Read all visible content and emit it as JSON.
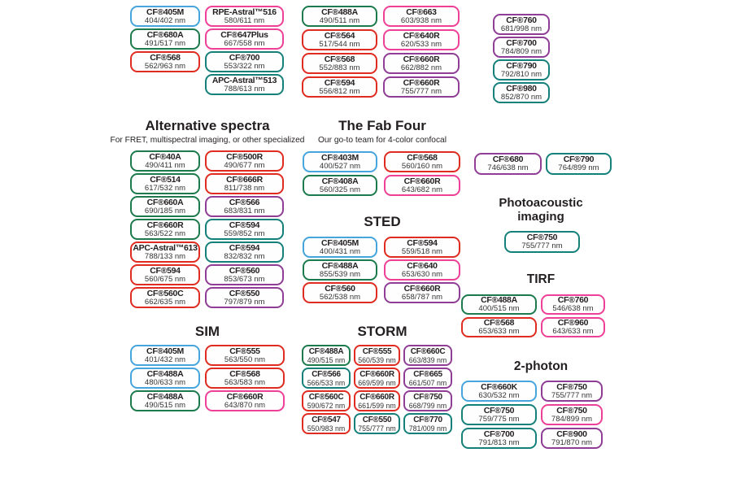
{
  "palette": {
    "blue": "#45a5dc",
    "green": "#1c7a4c",
    "teal": "#15807a",
    "red": "#e02b20",
    "pink": "#ee4097",
    "purple": "#8f3d95"
  },
  "sections": {
    "alternative": {
      "title": "Alternative spectra",
      "subtitle": "For FRET, multispectral imaging, or other specialized"
    },
    "fab_four": {
      "title": "The Fab Four",
      "subtitle": "Our go-to team for 4-color confocal"
    },
    "sted": {
      "title": "STED"
    },
    "sim": {
      "title": "SIM"
    },
    "storm": {
      "title": "STORM"
    },
    "photoacoustic": {
      "title": "Photoacoustic imaging"
    },
    "tirf": {
      "title": "TIRF"
    },
    "two_photon": {
      "title": "2-photon"
    }
  },
  "groups": {
    "top_left_a": {
      "boxes": [
        {
          "name": "CF®405M",
          "value": "404/402 nm",
          "color": "blue"
        },
        {
          "name": "CF®680A",
          "value": "491/517 nm",
          "color": "green"
        },
        {
          "name": "CF®568",
          "value": "562/963 nm",
          "color": "red"
        }
      ]
    },
    "top_left_b": {
      "boxes": [
        {
          "name": "RPE-Astral™516",
          "value": "580/611 nm",
          "color": "pink"
        },
        {
          "name": "CF®647Plus",
          "value": "667/558 nm",
          "color": "pink"
        },
        {
          "name": "CF®700",
          "value": "553/322 nm",
          "color": "teal"
        },
        {
          "name": "APC-Astral™513",
          "value": "788/613 nm",
          "color": "teal"
        }
      ]
    },
    "top_mid_a": {
      "boxes": [
        {
          "name": "CF®488A",
          "value": "490/511 nm",
          "color": "green"
        },
        {
          "name": "CF®564",
          "value": "517/544 nm",
          "color": "red"
        },
        {
          "name": "CF®568",
          "value": "552/883 nm",
          "color": "red"
        },
        {
          "name": "CF®594",
          "value": "556/812 nm",
          "color": "red"
        }
      ]
    },
    "top_mid_b": {
      "boxes": [
        {
          "name": "CF®663",
          "value": "603/938 nm",
          "color": "pink"
        },
        {
          "name": "CF®640R",
          "value": "620/533 nm",
          "color": "pink"
        },
        {
          "name": "CF®660R",
          "value": "662/882 nm",
          "color": "purple"
        },
        {
          "name": "CF®660R",
          "value": "755/777 nm",
          "color": "purple"
        }
      ]
    },
    "top_right": {
      "boxes": [
        {
          "name": "CF®760",
          "value": "681/998 nm",
          "color": "purple"
        },
        {
          "name": "CF®700",
          "value": "784/809 nm",
          "color": "purple"
        },
        {
          "name": "CF®790",
          "value": "792/810 nm",
          "color": "teal"
        },
        {
          "name": "CF®980",
          "value": "852/870 nm",
          "color": "teal"
        }
      ]
    },
    "alt_a": {
      "boxes": [
        {
          "name": "CF®40A",
          "value": "490/411 nm",
          "color": "green"
        },
        {
          "name": "CF®514",
          "value": "617/532 nm",
          "color": "green"
        },
        {
          "name": "CF®660A",
          "value": "690/185 nm",
          "color": "green"
        },
        {
          "name": "CF®660R",
          "value": "563/522 nm",
          "color": "green"
        },
        {
          "name": "APC-Astral™613",
          "value": "788/133 nm",
          "color": "red"
        },
        {
          "name": "CF®594",
          "value": "560/675 nm",
          "color": "red"
        },
        {
          "name": "CF®560C",
          "value": "662/635 nm",
          "color": "red"
        }
      ]
    },
    "alt_b": {
      "boxes": [
        {
          "name": "CF®500R",
          "value": "490/677 nm",
          "color": "red"
        },
        {
          "name": "CF®666R",
          "value": "811/738 nm",
          "color": "red"
        },
        {
          "name": "CF®566",
          "value": "683/831 nm",
          "color": "purple"
        },
        {
          "name": "CF®594",
          "value": "559/852 nm",
          "color": "teal"
        },
        {
          "name": "CF®594",
          "value": "832/832 nm",
          "color": "teal"
        },
        {
          "name": "CF®560",
          "value": "853/673 nm",
          "color": "purple"
        },
        {
          "name": "CF®550",
          "value": "797/879 nm",
          "color": "purple"
        }
      ]
    },
    "fab_four": {
      "boxes": [
        {
          "name": "CF®403M",
          "value": "400/527 nm",
          "color": "blue"
        },
        {
          "name": "CF®568",
          "value": "560/160 nm",
          "color": "red"
        },
        {
          "name": "CF®408A",
          "value": "560/325 nm",
          "color": "green"
        },
        {
          "name": "CF®660R",
          "value": "643/682 nm",
          "color": "pink"
        }
      ]
    },
    "sted": {
      "boxes": [
        {
          "name": "CF®405M",
          "value": "400/431 nm",
          "color": "blue"
        },
        {
          "name": "CF®594",
          "value": "559/518 nm",
          "color": "red"
        },
        {
          "name": "CF®488A",
          "value": "855/539 nm",
          "color": "green"
        },
        {
          "name": "CF®640",
          "value": "653/630 nm",
          "color": "pink"
        },
        {
          "name": "CF®560",
          "value": "562/538 nm",
          "color": "red"
        },
        {
          "name": "CF®660R",
          "value": "658/787 nm",
          "color": "purple"
        }
      ]
    },
    "sim": {
      "boxes": [
        {
          "name": "CF®405M",
          "value": "401/432 nm",
          "color": "blue"
        },
        {
          "name": "CF®555",
          "value": "563/550 nm",
          "color": "red"
        },
        {
          "name": "CF®488A",
          "value": "480/633 nm",
          "color": "blue"
        },
        {
          "name": "CF®568",
          "value": "563/583 nm",
          "color": "red"
        },
        {
          "name": "CF®488A",
          "value": "490/515 nm",
          "color": "green"
        },
        {
          "name": "CF®660R",
          "value": "643/870 nm",
          "color": "pink"
        }
      ]
    },
    "storm": {
      "boxes": [
        {
          "name": "CF®488A",
          "value": "490/515 nm",
          "color": "green"
        },
        {
          "name": "CF®555",
          "value": "560/539 nm",
          "color": "red"
        },
        {
          "name": "CF®660C",
          "value": "663/839 nm",
          "color": "purple"
        },
        {
          "name": "CF®566",
          "value": "566/533 nm",
          "color": "teal"
        },
        {
          "name": "CF®660R",
          "value": "669/599 nm",
          "color": "red"
        },
        {
          "name": "CF®665",
          "value": "661/507 nm",
          "color": "purple"
        },
        {
          "name": "CF®560C",
          "value": "590/672 nm",
          "color": "red"
        },
        {
          "name": "CF®660R",
          "value": "661/599 nm",
          "color": "red"
        },
        {
          "name": "CF®750",
          "value": "668/799 nm",
          "color": "purple"
        },
        {
          "name": "CF®547",
          "value": "550/983 nm",
          "color": "red"
        },
        {
          "name": "CF®550",
          "value": "755/777 nm",
          "color": "teal"
        },
        {
          "name": "CF®770",
          "value": "781/009 nm",
          "color": "teal"
        }
      ]
    },
    "right_pair": {
      "boxes": [
        {
          "name": "CF®680",
          "value": "746/638 nm",
          "color": "purple"
        },
        {
          "name": "CF®790",
          "value": "764/899 nm",
          "color": "teal"
        }
      ]
    },
    "photoacoustic": {
      "boxes": [
        {
          "name": "CF®750",
          "value": "755/777 nm",
          "color": "teal"
        }
      ]
    },
    "tirf": {
      "boxes": [
        {
          "name": "CF®488A",
          "value": "400/515 nm",
          "color": "green"
        },
        {
          "name": "CF®760",
          "value": "546/638 nm",
          "color": "pink"
        },
        {
          "name": "CF®568",
          "value": "653/633 nm",
          "color": "red"
        },
        {
          "name": "CF®960",
          "value": "643/633 nm",
          "color": "pink"
        }
      ]
    },
    "two_photon": {
      "boxes": [
        {
          "name": "CF®660K",
          "value": "630/532 nm",
          "color": "blue"
        },
        {
          "name": "CF®750",
          "value": "755/777 nm",
          "color": "purple"
        },
        {
          "name": "CF®750",
          "value": "759/775 nm",
          "color": "teal"
        },
        {
          "name": "CF®750",
          "value": "784/899 nm",
          "color": "pink"
        },
        {
          "name": "CF®700",
          "value": "791/813 nm",
          "color": "teal"
        },
        {
          "name": "CF®900",
          "value": "791/870 nm",
          "color": "purple"
        }
      ]
    }
  }
}
